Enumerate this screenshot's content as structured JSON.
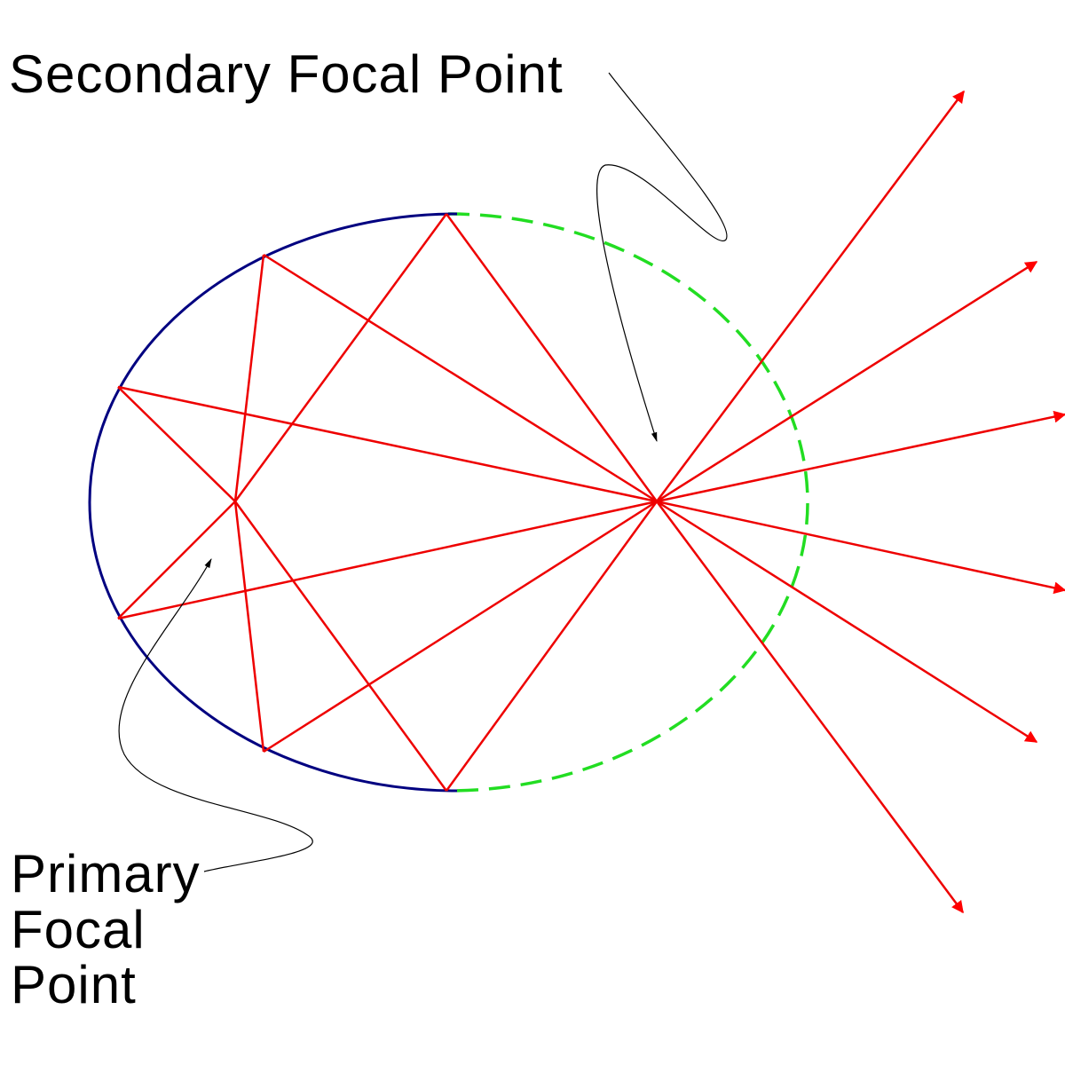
{
  "labels": {
    "secondary": "Secondary Focal Point",
    "primary_line1": "Primary",
    "primary_line2": "Focal",
    "primary_line3": "Point"
  },
  "colors": {
    "reflector": "#000080",
    "virtual_boundary": "#22dd22",
    "rays": "#ee0000",
    "arrowheads": "#ff0000",
    "leaders": "#000000",
    "text": "#000000",
    "background": "#ffffff"
  },
  "elements": {
    "reflector": "ellipse-reflector-solid-arc",
    "virtual_boundary": "ellipse-dashed-arc",
    "rays": "light-rays",
    "leaders": "callout-leader-lines"
  }
}
